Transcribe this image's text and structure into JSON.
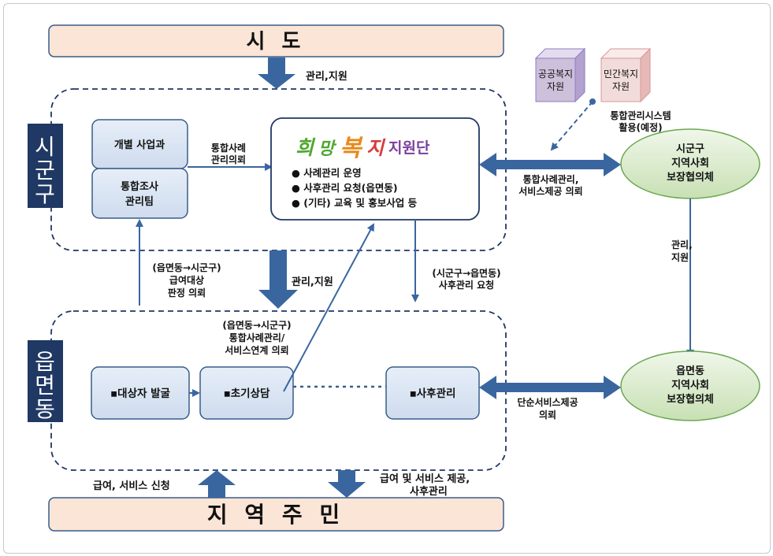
{
  "diagram": {
    "top_bar": "시 도",
    "bottom_bar": "지 역 주 민",
    "side_tags": {
      "sigungu": [
        "시",
        "군",
        "구"
      ],
      "eupmyeondong": [
        "읍",
        "면",
        "동"
      ]
    },
    "sigungu": {
      "individual_dept": "개별 사업과",
      "survey_team": [
        "통합조사",
        "관리팀"
      ],
      "hope_center": {
        "logo": "희망복지지원단",
        "items": [
          "● 사례관리 운영",
          "● 사후관리 요청(읍면동)",
          "● (기타) 교육 및 홍보사업 등"
        ]
      },
      "council": [
        "시군구",
        "지역사회",
        "보장협의체"
      ]
    },
    "eupmyeondong": {
      "discover": "▪대상자 발굴",
      "consult": "▪초기상담",
      "followup": "▪사후관리",
      "council": [
        "읍면동",
        "지역사회",
        "보장협의체"
      ]
    },
    "resources": {
      "public": [
        "공공복지",
        "자원"
      ],
      "private": [
        "민간복지",
        "자원"
      ]
    },
    "labels": {
      "top_support": "관리,지원",
      "integrated_request": [
        "통합사례",
        "관리의뢰"
      ],
      "system_use": [
        "통합관리시스템",
        "활용(예정)"
      ],
      "center_to_council": [
        "통합사례관리,",
        "서비스제공 의뢰"
      ],
      "council_support": [
        "관리,",
        "지원"
      ],
      "eup_to_sigungu": [
        "(읍면동→시군구)",
        "급여대상",
        "판정 의뢰"
      ],
      "mid_support": "관리,지원",
      "followup_request": [
        "(시군구→읍면동)",
        "사후관리 요청"
      ],
      "eup_integrated": [
        "(읍면동→시군구)",
        "통합사례관리/",
        "서비스연계 의뢰"
      ],
      "simple_service": [
        "단순서비스제공",
        "의뢰"
      ],
      "benefit_apply": "급여, 서비스 신청",
      "benefit_provide": [
        "급여 및 서비스 제공,",
        "사후관리"
      ]
    }
  },
  "colors": {
    "bar_fill": "#fbe5d6",
    "box_fill": "#dce6f2",
    "box_stroke": "#385d8a",
    "arrow": "#3a66a0",
    "tag": "#1f3864",
    "council_fill": "#e2efda",
    "resource_public": "#ccc0da",
    "resource_private": "#f2dcdb",
    "logo_green": "#4ea72e",
    "logo_orange": "#e8891c",
    "logo_red": "#d83b3b",
    "logo_purple": "#7b3f9c"
  }
}
